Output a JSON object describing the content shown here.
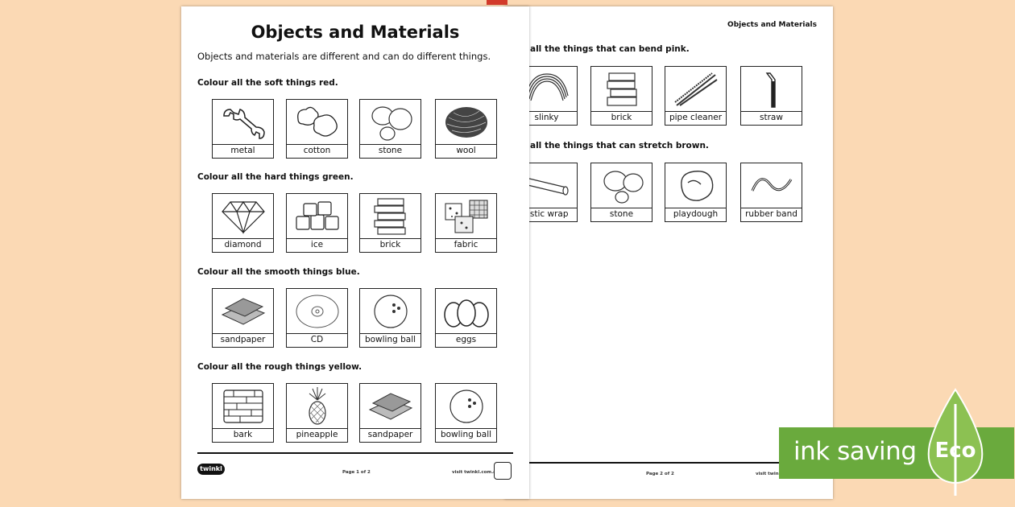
{
  "page1": {
    "title": "Objects and Materials",
    "intro": "Objects and materials are different and can do different things.",
    "sections": [
      {
        "instruction": "Colour all the soft things red.",
        "items": [
          {
            "label": "metal",
            "icon": "wrench-icon"
          },
          {
            "label": "cotton",
            "icon": "cotton-balls-icon"
          },
          {
            "label": "stone",
            "icon": "stones-icon"
          },
          {
            "label": "wool",
            "icon": "wool-icon"
          }
        ]
      },
      {
        "instruction": "Colour all the hard things green.",
        "items": [
          {
            "label": "diamond",
            "icon": "diamond-icon"
          },
          {
            "label": "ice",
            "icon": "ice-cubes-icon"
          },
          {
            "label": "brick",
            "icon": "bricks-icon"
          },
          {
            "label": "fabric",
            "icon": "fabric-swatches-icon"
          }
        ]
      },
      {
        "instruction": "Colour all the smooth things blue.",
        "items": [
          {
            "label": "sandpaper",
            "icon": "sandpaper-icon"
          },
          {
            "label": "CD",
            "icon": "cd-icon"
          },
          {
            "label": "bowling ball",
            "icon": "bowling-ball-icon"
          },
          {
            "label": "eggs",
            "icon": "eggs-icon"
          }
        ]
      },
      {
        "instruction": "Colour all the rough things yellow.",
        "items": [
          {
            "label": "bark",
            "icon": "bark-icon"
          },
          {
            "label": "pineapple",
            "icon": "pineapple-icon"
          },
          {
            "label": "sandpaper",
            "icon": "sandpaper-icon"
          },
          {
            "label": "bowling ball",
            "icon": "bowling-ball-icon"
          }
        ]
      }
    ],
    "footer": {
      "logo": "twinkl",
      "page": "Page 1 of 2",
      "site": "visit twinkl.com.au"
    }
  },
  "page2": {
    "header": "Objects and Materials",
    "sections": [
      {
        "instruction": "all the things that can bend pink.",
        "items": [
          {
            "label": "slinky",
            "icon": "slinky-icon"
          },
          {
            "label": "brick",
            "icon": "bricks-icon"
          },
          {
            "label": "pipe cleaner",
            "icon": "pipe-cleaner-icon"
          },
          {
            "label": "straw",
            "icon": "straw-icon"
          }
        ]
      },
      {
        "instruction": "all the things that can stretch brown.",
        "items": [
          {
            "label": "astic wrap",
            "icon": "plastic-wrap-icon"
          },
          {
            "label": "stone",
            "icon": "stones-icon"
          },
          {
            "label": "playdough",
            "icon": "playdough-icon"
          },
          {
            "label": "rubber band",
            "icon": "rubber-band-icon"
          }
        ]
      }
    ],
    "footer": {
      "page": "Page 2 of 2",
      "site": "visit twinkl"
    }
  },
  "banner": {
    "text": "ink saving",
    "badge": "Eco",
    "color": "#6aaa3d"
  },
  "colors": {
    "background": "#fbd9b4",
    "ink": "#111111"
  }
}
